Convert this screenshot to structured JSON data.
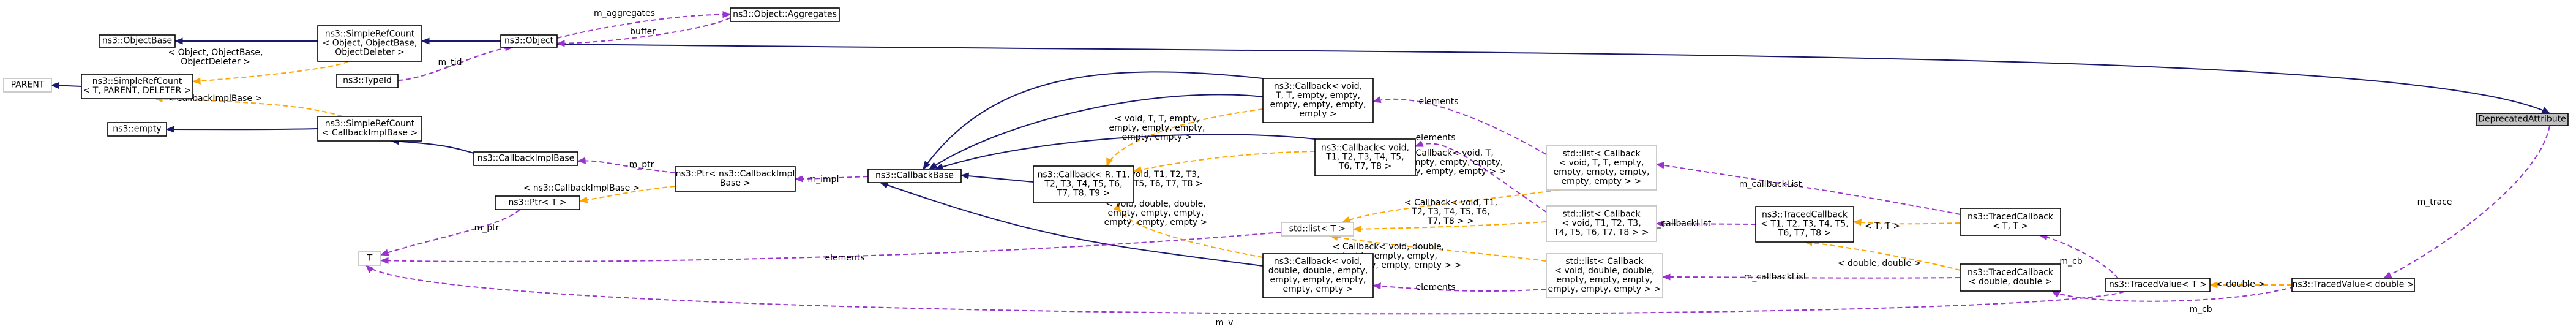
{
  "colors": {
    "inheritance": "#191970",
    "usage": "#9a32cd",
    "template": "#ffa500",
    "focus_fill": "#bfbfbf",
    "undocumented_border": "#bfbfbf"
  },
  "nodes": {
    "deprecated_attribute": [
      "DeprecatedAttribute"
    ],
    "object": [
      "ns3::Object"
    ],
    "aggregates": [
      "ns3::Object::Aggregates"
    ],
    "objectbase": [
      "ns3::ObjectBase"
    ],
    "simplerefcount_object": [
      "ns3::SimpleRefCount",
      "< Object, ObjectBase,",
      "ObjectDeleter >"
    ],
    "typeid": [
      "ns3::TypeId"
    ],
    "parent": [
      "PARENT"
    ],
    "simplerefcount_t": [
      "ns3::SimpleRefCount",
      "< T, PARENT, DELETER >"
    ],
    "empty": [
      "ns3::empty"
    ],
    "simplerefcount_cbimpl": [
      "ns3::SimpleRefCount",
      "< CallbackImplBase >"
    ],
    "callbackimplbase": [
      "ns3::CallbackImplBase"
    ],
    "ptr_cbimpl": [
      "ns3::Ptr< ns3::CallbackImpl",
      "Base >"
    ],
    "ptr_t": [
      "ns3::Ptr< T >"
    ],
    "t": [
      "T"
    ],
    "callbackbase": [
      "ns3::CallbackBase"
    ],
    "callback_tt": [
      "ns3::Callback< void,",
      "T, T, empty, empty,",
      "empty, empty, empty,",
      "empty >"
    ],
    "callback_r": [
      "ns3::Callback< R, T1,",
      "T2, T3, T4, T5, T6,",
      "T7, T8, T9 >"
    ],
    "callback_t1": [
      "ns3::Callback< void,",
      "T1, T2, T3, T4, T5,",
      "T6, T7, T8 >"
    ],
    "std_list": [
      "std::list< T >"
    ],
    "callback_dd": [
      "ns3::Callback< void,",
      "double, double, empty,",
      "empty, empty, empty,",
      "empty, empty >"
    ],
    "list_cb_tt": [
      "std::list< Callback",
      "< void, T, T, empty,",
      "empty, empty, empty,",
      "empty, empty > >"
    ],
    "list_cb_t1": [
      "std::list< Callback",
      "< void, T1, T2, T3,",
      "T4, T5, T6, T7, T8 > >"
    ],
    "list_cb_dd": [
      "std::list< Callback",
      "< void, double, double,",
      "empty, empty, empty,",
      "empty, empty, empty > >"
    ],
    "tracedcallback_t1": [
      "ns3::TracedCallback",
      "< T1, T2, T3, T4, T5,",
      "T6, T7, T8 >"
    ],
    "tracedcallback_tt": [
      "ns3::TracedCallback",
      "< T, T >"
    ],
    "tracedcallback_dd": [
      "ns3::TracedCallback",
      "< double, double >"
    ],
    "tracedvalue_t": [
      "ns3::TracedValue< T >"
    ],
    "tracedvalue_double": [
      "ns3::TracedValue< double >"
    ]
  },
  "edge_labels": {
    "m_aggregates": [
      "m_aggregates"
    ],
    "buffer": [
      "buffer"
    ],
    "m_tid": [
      "m_tid"
    ],
    "tpl_object": [
      "< Object, ObjectBase,",
      "ObjectDeleter >"
    ],
    "tpl_cbimplbase": [
      "< CallbackImplBase >"
    ],
    "m_ptr_1": [
      "m_ptr"
    ],
    "tpl_ns3_cbimplbase": [
      "< ns3::CallbackImplBase >"
    ],
    "m_ptr_2": [
      "m_ptr"
    ],
    "m_impl": [
      "m_impl"
    ],
    "elements_1": [
      "elements"
    ],
    "elements_2": [
      "elements"
    ],
    "elements_3": [
      "elements"
    ],
    "elements_4": [
      "elements"
    ],
    "tpl_void_tt": [
      "< void, T, T, empty,",
      "empty, empty, empty,",
      "empty, empty >"
    ],
    "tpl_void_t1": [
      "< void, T1, T2, T3,",
      "T4, T5, T6, T7, T8 >"
    ],
    "tpl_void_dd": [
      "< void, double, double,",
      "empty, empty, empty,",
      "empty, empty, empty >"
    ],
    "tpl_cb_void_tt": [
      "< Callback< void, T,",
      "T, empty, empty, empty,",
      "empty, empty, empty > >"
    ],
    "tpl_cb_void_t1": [
      "< Callback< void, T1,",
      "T2, T3, T4, T5, T6,",
      "T7, T8 > >"
    ],
    "tpl_cb_void_dd": [
      "< Callback< void, double,",
      "double, empty, empty,",
      "empty, empty, empty, empty > >"
    ],
    "m_callbacklist_1": [
      "m_callbackList"
    ],
    "m_callbacklist_2": [
      "m_callbackList"
    ],
    "m_callbacklist_3": [
      "m_callbackList"
    ],
    "tpl_t_t": [
      "< T, T >"
    ],
    "tpl_double_double": [
      "< double, double >"
    ],
    "m_cb_1": [
      "m_cb"
    ],
    "m_cb_2": [
      "m_cb"
    ],
    "tpl_double": [
      "< double >"
    ],
    "m_trace": [
      "m_trace"
    ],
    "m_v": [
      "m_v"
    ]
  }
}
